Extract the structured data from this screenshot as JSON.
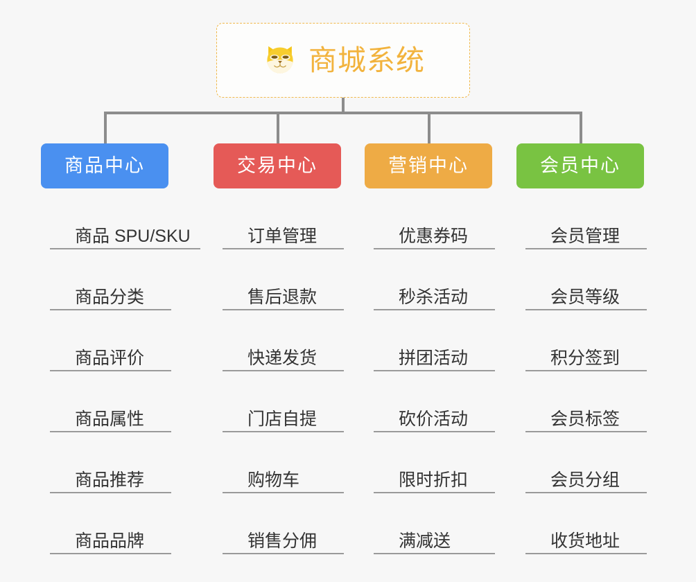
{
  "canvas": {
    "background_color": "#f7f7f7"
  },
  "root": {
    "title": "商城系统",
    "icon": "shiba-dog-emoji",
    "text_color": "#f2b33d",
    "border_color": "#f0b84a"
  },
  "connector": {
    "color": "#8c8c8c"
  },
  "branches": [
    {
      "label": "商品中心",
      "color": "#4a90f0",
      "items": [
        "商品 SPU/SKU",
        "商品分类",
        "商品评价",
        "商品属性",
        "商品推荐",
        "商品品牌"
      ]
    },
    {
      "label": "交易中心",
      "color": "#e55a57",
      "items": [
        "订单管理",
        "售后退款",
        "快递发货",
        "门店自提",
        "购物车",
        "销售分佣"
      ]
    },
    {
      "label": "营销中心",
      "color": "#eeab45",
      "items": [
        "优惠券码",
        "秒杀活动",
        "拼团活动",
        "砍价活动",
        "限时折扣",
        "满减送"
      ]
    },
    {
      "label": "会员中心",
      "color": "#79c342",
      "items": [
        "会员管理",
        "会员等级",
        "积分签到",
        "会员标签",
        "会员分组",
        "收货地址"
      ]
    }
  ]
}
